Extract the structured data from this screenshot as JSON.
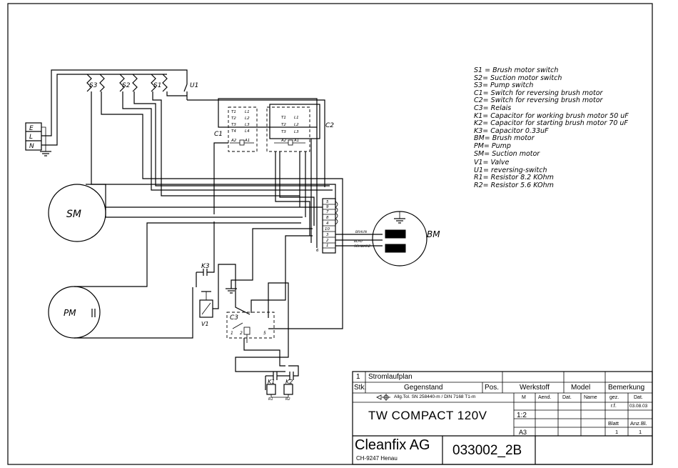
{
  "legend": [
    "S1 = Brush motor switch",
    "S2= Suction motor switch",
    "S3= Pump switch",
    "C1= Switch for reversing brush motor",
    "C2= Switch for reversing brush motor",
    "C3= Relais",
    "K1= Capacitor for working brush motor 50 uF",
    "K2= Capacitor for starting brush motor 70 uF",
    "K3= Capacitor 0.33uF",
    "BM= Brush motor",
    "PM= Pump",
    "SM= Suction motor",
    "V1= Valve",
    "U1= reversing-switch",
    "R1= Resistor 8.2 KOhm",
    "R2= Resistor 5.6 KOhm"
  ],
  "components": {
    "mains": [
      "E",
      "L",
      "N"
    ],
    "switches": [
      "S3",
      "S2",
      "S1",
      "U1"
    ],
    "c1": "C1",
    "c2": "C2",
    "c3": "C3",
    "sm": "SM",
    "pm": "PM",
    "bm": "BM",
    "k3": "K3",
    "v1": "V1",
    "k1": "K1",
    "k2": "K2",
    "r1": "R1",
    "r2": "R2",
    "wire_braun": "BRAUN",
    "wire_blau": "BLAU",
    "wire_schwarz": "SCHWARZ",
    "terminals": [
      "5",
      "9",
      "7",
      "8",
      "4",
      "10",
      "3",
      "2",
      "1",
      "6"
    ],
    "relay_pins": [
      "1",
      "2",
      "5"
    ]
  },
  "title_block": {
    "qty": "1",
    "desc": "Stromlaufplan",
    "stk": "Stk.",
    "gegenstand": "Gegenstand",
    "pos": "Pos.",
    "werkstoff": "Werkstoff",
    "model": "Model",
    "bemerkung": "Bemerkung",
    "tolerance": "Allg.Tol. SN 258440-m / DIN 7168 T1-m",
    "m": "M",
    "aend": "Aend.",
    "dat": "Dat.",
    "name": "Name",
    "gez": "gez.",
    "dat2": "Dat.",
    "rf": "r.f.",
    "date": "03.08.03",
    "title": "TW COMPACT 120V",
    "scale": "1:2",
    "blatt": "Blatt",
    "anz": "Anz.Bl.",
    "blatt_val": "1",
    "anz_val": "1",
    "format": "A3",
    "company": "Cleanfix AG",
    "address": "CH-9247 Henau",
    "drawing_no": "033002_2B"
  }
}
